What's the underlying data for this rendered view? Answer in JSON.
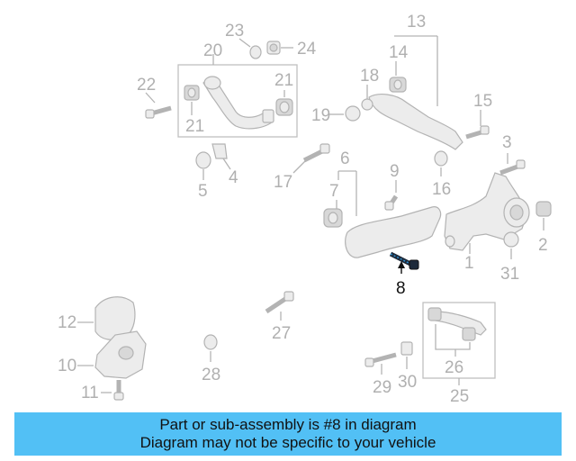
{
  "diagram": {
    "highlighted_part": "8",
    "colors": {
      "highlight": "#1e2a3a",
      "banner": "#52c0f5",
      "muted": "#b0b0b0"
    },
    "callouts": {
      "n1": "1",
      "n2": "2",
      "n3": "3",
      "n4": "4",
      "n5": "5",
      "n6": "6",
      "n7": "7",
      "n8": "8",
      "n9": "9",
      "n10": "10",
      "n11": "11",
      "n12": "12",
      "n13": "13",
      "n14": "14",
      "n15": "15",
      "n16": "16",
      "n17": "17",
      "n18": "18",
      "n19": "19",
      "n20": "20",
      "n21a": "21",
      "n21b": "21",
      "n22": "22",
      "n23": "23",
      "n24": "24",
      "n25": "25",
      "n26": "26",
      "n27": "27",
      "n28": "28",
      "n29": "29",
      "n30": "30",
      "n31": "31"
    }
  },
  "banner": {
    "line1": "Part or sub-assembly is #8 in diagram",
    "line2": "Diagram may not be specific to your vehicle"
  }
}
